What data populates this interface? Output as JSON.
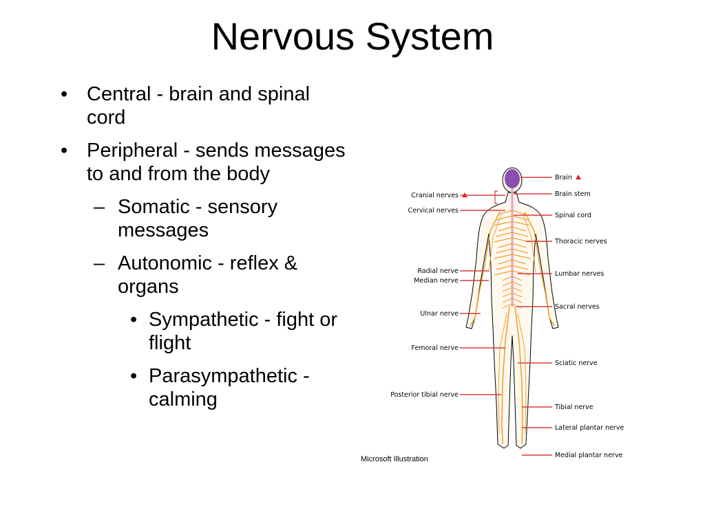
{
  "title": "Nervous System",
  "bullets": [
    {
      "marker": "•",
      "text": "Central - brain and spinal cord"
    },
    {
      "marker": "•",
      "text": "Peripheral - sends messages to and from the body"
    },
    {
      "marker": "–",
      "text": "Somatic - sensory messages"
    },
    {
      "marker": "–",
      "text": "Autonomic - reflex & organs"
    },
    {
      "marker": "•",
      "text": "Sympathetic - fight or flight"
    },
    {
      "marker": "•",
      "text": "Parasympathetic - calming"
    }
  ],
  "figure": {
    "labels_left": [
      "Cranial nerves",
      "Cervical nerves",
      "Radial nerve",
      "Median nerve",
      "Ulnar nerve",
      "Femoral nerve",
      "Posterior tibial nerve"
    ],
    "labels_right": [
      "Brain",
      "Brain stem",
      "Spinal cord",
      "Thoracic nerves",
      "Lumbar nerves",
      "Sacral nerves",
      "Sciatic nerve",
      "Tibial nerve",
      "Lateral plantar nerve",
      "Medial plantar nerve"
    ],
    "credit": "Microsoft Illustration",
    "colors": {
      "leader": "#d93a3a",
      "nerve": "#f0a030",
      "spine": "#e8a0c0",
      "brain": "#8a4fb0",
      "outline": "#000000",
      "marker": "#e02020"
    }
  }
}
